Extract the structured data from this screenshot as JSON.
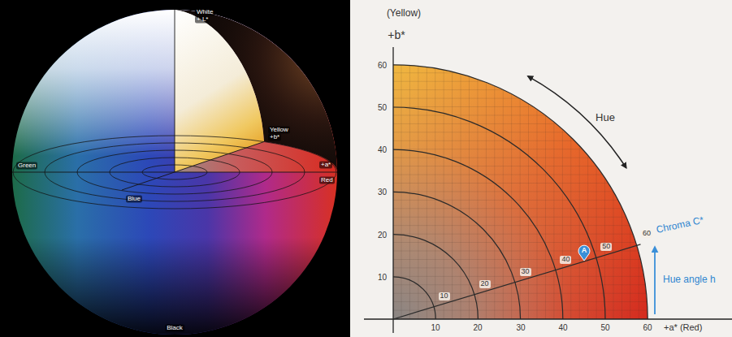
{
  "diagram": {
    "nodes": [
      {
        "text": [
          "A"
        ]
      }
    ],
    "labels": [
      "White",
      "+ L*",
      "Yellow",
      "+b*",
      "Green",
      "+a*",
      "Red",
      "Blue",
      "Black",
      "(Yellow)",
      "+b*",
      "60",
      "50",
      "40",
      "30",
      "20",
      "10",
      "10",
      "20",
      "30",
      "40",
      "50",
      "60",
      "+a* (Red)",
      "Hue",
      "Chroma C*",
      "Hue angle h",
      "10",
      "20",
      "30",
      "40",
      "50",
      "60"
    ]
  }
}
